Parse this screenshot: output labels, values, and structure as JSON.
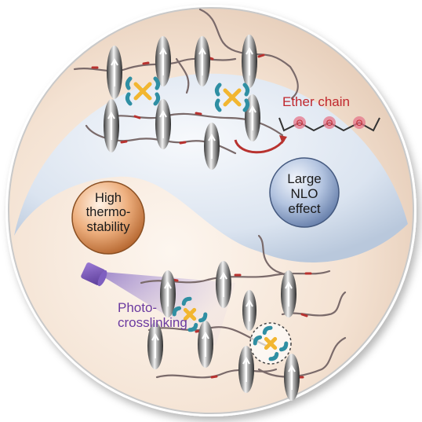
{
  "labels": {
    "ether_chain": "Ether chain",
    "large_nlo": [
      "Large",
      "NLO",
      "effect"
    ],
    "thermostability": [
      "High",
      "thermo-",
      "stability"
    ],
    "photocrosslinking": [
      "Photo-",
      "crosslinking"
    ]
  },
  "ether_atoms": [
    "O",
    "O",
    "O"
  ],
  "colors": {
    "upper_half": "#dde6f2",
    "lower_half": "#f6e4d6",
    "ether_red": "#c0272d",
    "photo_purple": "#6b3aa0",
    "chromophore_yellow": "#f2b630",
    "chromophore_teal": "#2f8fa3",
    "nlo_sphere": "#9fb4d6",
    "thermo_sphere": "#e9a06a"
  }
}
